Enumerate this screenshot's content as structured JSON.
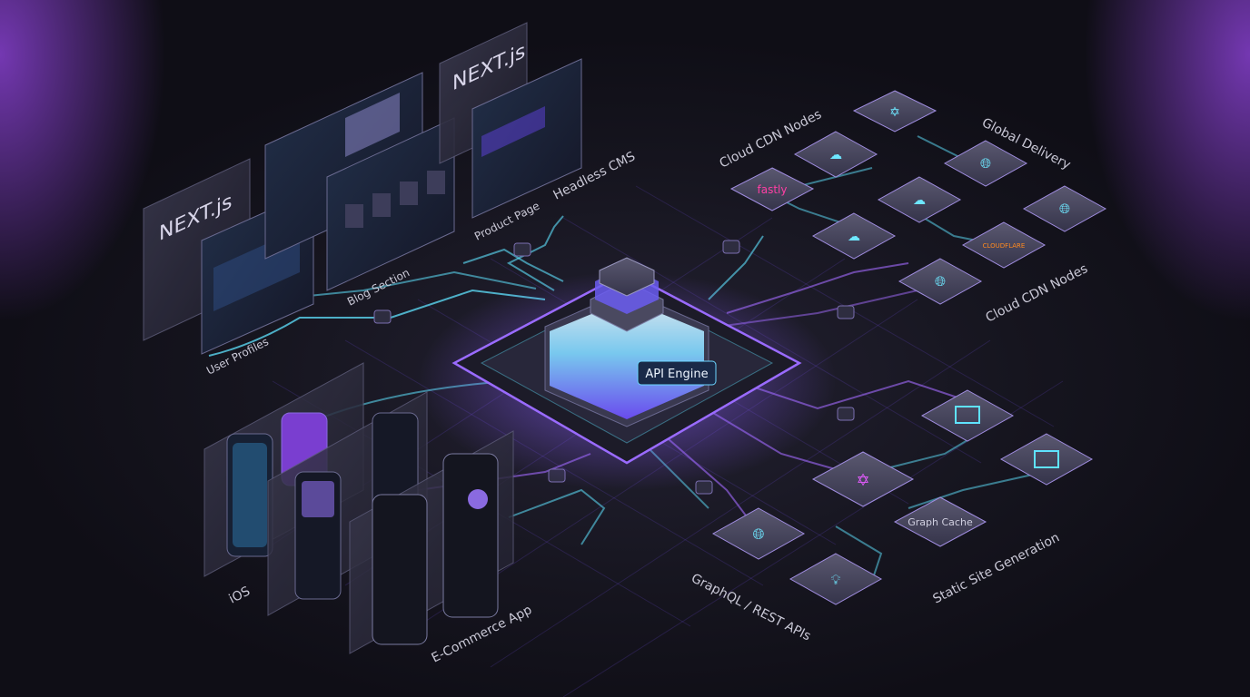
{
  "engine": {
    "label": "API Engine"
  },
  "labels": {
    "headless_cms": "Headless CMS",
    "product_page": "Product Page",
    "blog_section": "Blog Section",
    "user_profiles": "User Profiles",
    "cdn_nodes_top": "Cloud CDN Nodes",
    "global_delivery": "Global Delivery",
    "cdn_nodes_right": "Cloud CDN Nodes",
    "ios": "iOS",
    "ecommerce_app": "E-Commerce App",
    "graphql_rest": "GraphQL / REST APIs",
    "static_site": "Static Site Generation"
  },
  "brands": {
    "nextjs_1": "NEXT.js",
    "nextjs_2": "NEXT.js",
    "fastly": "fastly",
    "cloudflare": "CLOUDFLARE"
  },
  "tiles": {
    "graph_cache": "Graph Cache"
  },
  "colors": {
    "cyan": "#5fe3ff",
    "purple": "#a46bff",
    "magenta": "#ff3fa4",
    "orange": "#ff8a1f"
  }
}
